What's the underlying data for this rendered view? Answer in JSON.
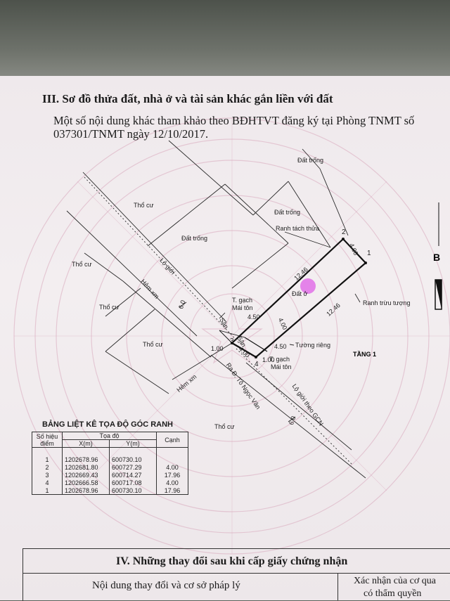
{
  "section_iii": {
    "title": "III. Sơ đồ thửa đất, nhà ở và tài sản khác gắn liền với đất",
    "note_line1": "Một số nội dung khác tham khảo theo BĐHTVT đăng ký tại Phòng TNMT số",
    "note_line2": "037301/TNMT ngày 12/10/2017."
  },
  "map_labels": {
    "dat_trong_1": "Đất trống",
    "dat_trong_2": "Đất trống",
    "dat_trong_3": "Đất trống",
    "tho_cu_1": "Thổ cư",
    "tho_cu_2": "Thổ cư",
    "tho_cu_3": "Thổ cư",
    "tho_cu_4": "Thổ cư",
    "tho_cu_5": "Thổ cư",
    "ranh_tach_thua": "Ranh tách thửa",
    "ranh_truu_tuong": "Ranh trừu tượng",
    "lo_gioi": "Lộ giới",
    "hem_xm_1": "Hẻm xm",
    "hem_xm_2": "Hẻm xm",
    "t_gach_1": "T. gạch",
    "mai_ton_1": "Mái tôn",
    "t_gach_2": "T. gạch",
    "mai_ton_2": "Mái tôn",
    "tuong_rieng": "Tường riêng",
    "tang_1": "TẦNG 1",
    "ra_duong": "Ra Đ. Tô Ngọc Vân",
    "lo_gioi_gcn": "Lộ giới theo GCN",
    "san_1": "Sân",
    "san_2": "Sân",
    "dat_o": "Đất ở",
    "dim_12_46_a": "12.46",
    "dim_12_46_b": "12.46",
    "dim_4_00_a": "4.00",
    "dim_4_00_b": "4.00",
    "dim_4_50_a": "4.50",
    "dim_4_50_b": "4.50",
    "dim_4_00_c": "4.00",
    "dim_1_00_a": "1.00",
    "dim_1_00_b": "1.00",
    "dim_6_0_a": "6.0",
    "dim_6_0_b": "6.0",
    "pt1": "1",
    "pt2": "2",
    "pt3": "3",
    "pt4": "4",
    "north": "B"
  },
  "coord_table": {
    "title": "BẢNG LIỆT KÊ TỌA ĐỘ GÓC RANH",
    "h_point": "Số hiệu",
    "h_point2": "điểm",
    "h_coord": "Tọa độ",
    "h_x": "X(m)",
    "h_y": "Y(m)",
    "h_edge": "Cạnh",
    "rows": [
      {
        "p": "1",
        "x": "1202678.96",
        "y": "600730.10",
        "edge": ""
      },
      {
        "p": "2",
        "x": "1202681.80",
        "y": "600727.29",
        "edge": "4.00"
      },
      {
        "p": "3",
        "x": "1202669.43",
        "y": "600714.27",
        "edge": "17.96"
      },
      {
        "p": "4",
        "x": "1202666.58",
        "y": "600717.08",
        "edge": "4.00"
      },
      {
        "p": "1",
        "x": "1202678.96",
        "y": "600730.10",
        "edge": "17.96"
      }
    ]
  },
  "section_iv": {
    "title": "IV. Những thay đổi sau khi cấp giấy chứng nhận",
    "col1": "Nội dung thay đổi và cơ sở pháp lý",
    "col2_line1": "Xác nhận của cơ qua",
    "col2_line2": "có thẩm quyền"
  },
  "colors": {
    "paper": "#f1ecee",
    "watermark": "#d9a9bd",
    "ink": "#1b1b1b",
    "highlight": "#e070e8"
  }
}
